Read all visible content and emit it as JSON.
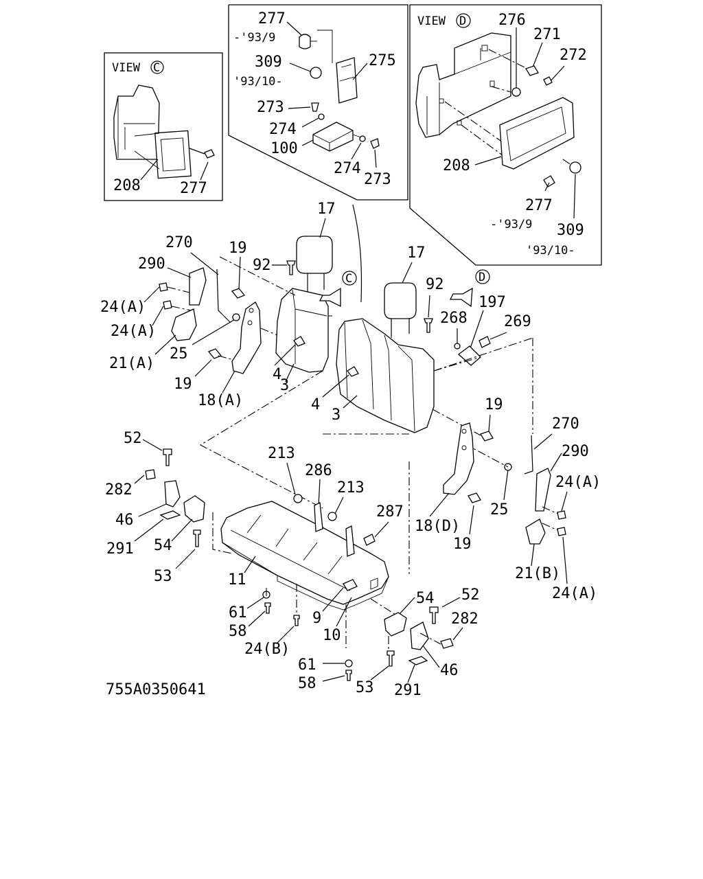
{
  "views": {
    "c": {
      "title": "VIEW",
      "marker": "C"
    },
    "d": {
      "title": "VIEW",
      "marker": "D"
    }
  },
  "markers": {
    "c": "C",
    "d": "D"
  },
  "labels": {
    "vc_208": "208",
    "vc_277": "277",
    "vt_277": "277",
    "vt_date1": "-'93/9",
    "vt_309": "309",
    "vt_date2": "'93/10-",
    "vt_275": "275",
    "vt_273a": "273",
    "vt_274a": "274",
    "vt_100": "100",
    "vt_274b": "274",
    "vt_273b": "273",
    "vd_276": "276",
    "vd_271": "271",
    "vd_272": "272",
    "vd_208": "208",
    "vd_277": "277",
    "vd_date1": "-'93/9",
    "vd_309": "309",
    "vd_date2": "'93/10-",
    "m_17a": "17",
    "m_270a": "270",
    "m_19a": "19",
    "m_92a": "92",
    "m_290a": "290",
    "m_24a1": "24(A)",
    "m_24a2": "24(A)",
    "m_21a": "21(A)",
    "m_25a": "25",
    "m_19b": "19",
    "m_4a": "4",
    "m_3a": "3",
    "m_18a": "18(A)",
    "m_17b": "17",
    "m_92b": "92",
    "m_197": "197",
    "m_268": "268",
    "m_269": "269",
    "m_4b": "4",
    "m_3b": "3",
    "m_19c": "19",
    "m_270b": "270",
    "m_290b": "290",
    "m_24a3": "24(A)",
    "m_25b": "25",
    "m_18d": "18(D)",
    "m_19d": "19",
    "m_21b": "21(B)",
    "m_24a4": "24(A)",
    "m_52a": "52",
    "m_282a": "282",
    "m_46a": "46",
    "m_291a": "291",
    "m_54a": "54",
    "m_53a": "53",
    "m_11": "11",
    "m_213a": "213",
    "m_286": "286",
    "m_213b": "213",
    "m_287": "287",
    "m_61a": "61",
    "m_58a": "58",
    "m_24b": "24(B)",
    "m_9": "9",
    "m_10": "10",
    "m_54b": "54",
    "m_52b": "52",
    "m_282b": "282",
    "m_46b": "46",
    "m_61b": "61",
    "m_58b": "58",
    "m_53b": "53",
    "m_291b": "291"
  },
  "drawing_number": "755A0350641"
}
